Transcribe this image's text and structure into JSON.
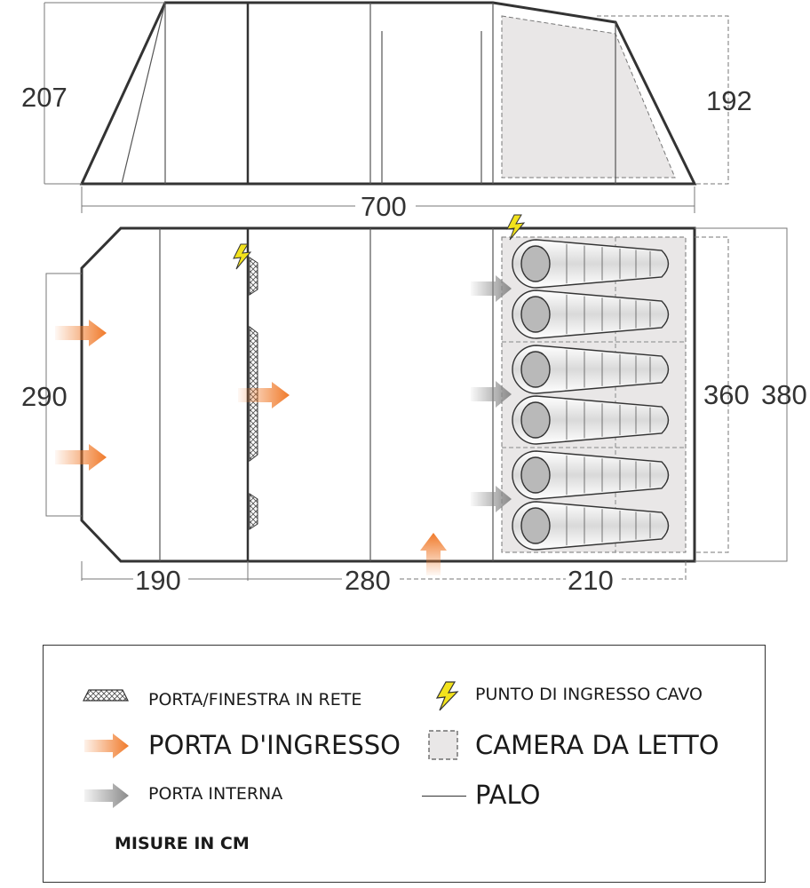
{
  "dimensions": {
    "height_left": "207",
    "height_right": "192",
    "total_length": "700",
    "width_front": "290",
    "width_bedroom": "360",
    "width_total": "380",
    "section_1": "190",
    "section_2": "280",
    "section_3": "210"
  },
  "legend": {
    "mesh_door": "PORTA/FINESTRA IN RETE",
    "cable_entry": "PUNTO DI INGRESSO CAVO",
    "entrance_door": "PORTA D'INGRESSO",
    "bedroom": "CAMERA DA LETTO",
    "inner_door": "PORTA INTERNA",
    "pole": "PALO",
    "units": "MISURE IN CM"
  },
  "colors": {
    "outline": "#333333",
    "entrance_arrow": "#f07a2a",
    "inner_arrow": "#8a8a8a",
    "bedroom_fill": "#e9e7e7",
    "cable_icon": "#f2e21c"
  },
  "icons": {
    "mesh": "mesh-pattern-icon",
    "cable": "lightning-bolt-icon",
    "entrance": "orange-arrow-icon",
    "inner": "gray-arrow-icon",
    "bedroom": "dashed-square-icon",
    "pole": "line-icon"
  },
  "sleeping_bags": 6
}
